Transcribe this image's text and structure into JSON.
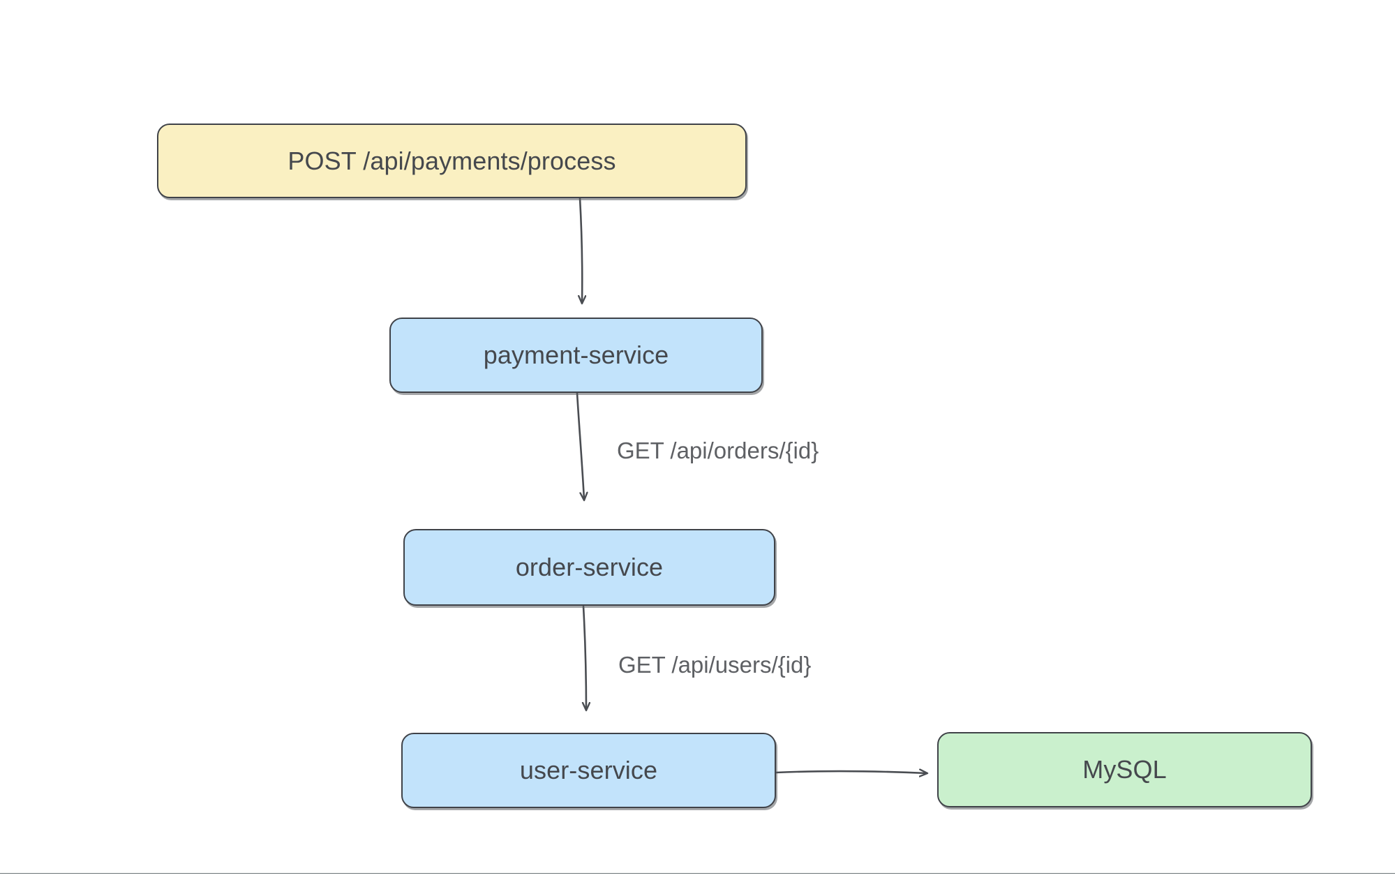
{
  "diagram": {
    "type": "flowchart",
    "orientation": "top-to-bottom",
    "style": "hand-drawn",
    "background_color": "#ffffff",
    "stroke_color": "#3f4248",
    "text_color": "#45484d",
    "nodes": [
      {
        "id": "endpoint",
        "label": "POST /api/payments/process",
        "shape": "rounded-rectangle",
        "fill": "#faf0c2",
        "role": "api-endpoint"
      },
      {
        "id": "payment-service",
        "label": "payment-service",
        "shape": "rounded-rectangle",
        "fill": "#c2e3fb",
        "role": "service"
      },
      {
        "id": "order-service",
        "label": "order-service",
        "shape": "rounded-rectangle",
        "fill": "#c2e3fb",
        "role": "service"
      },
      {
        "id": "user-service",
        "label": "user-service",
        "shape": "rounded-rectangle",
        "fill": "#c2e3fb",
        "role": "service"
      },
      {
        "id": "mysql",
        "label": "MySQL",
        "shape": "rounded-rectangle",
        "fill": "#caf0cd",
        "role": "database"
      }
    ],
    "edges": [
      {
        "from": "endpoint",
        "to": "payment-service",
        "label": "",
        "direction": "down"
      },
      {
        "from": "payment-service",
        "to": "order-service",
        "label": "GET /api/orders/{id}",
        "direction": "down"
      },
      {
        "from": "order-service",
        "to": "user-service",
        "label": "GET /api/users/{id}",
        "direction": "down"
      },
      {
        "from": "user-service",
        "to": "mysql",
        "label": "",
        "direction": "right"
      }
    ]
  }
}
